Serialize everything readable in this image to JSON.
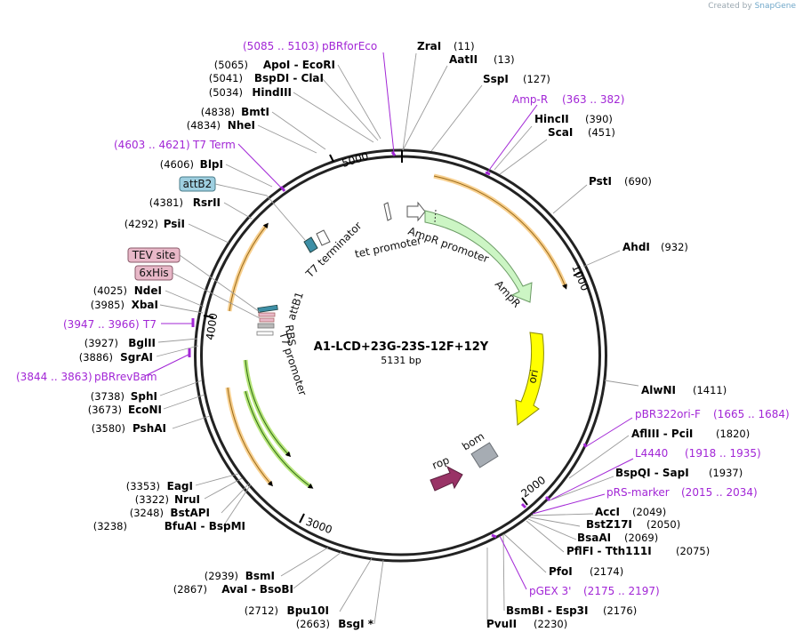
{
  "credit": {
    "prefix": "Created by",
    "brand": "SnapGene"
  },
  "plasmid": {
    "name": "A1-LCD+23G-23S-12F+12Y",
    "size_label": "5131 bp",
    "length": 5131
  },
  "ticks": [
    "1000",
    "2000",
    "3000",
    "4000",
    "5000"
  ],
  "enzymes": [
    {
      "name": "ZraI",
      "pos": "(11)"
    },
    {
      "name": "AatII",
      "pos": "(13)"
    },
    {
      "name": "SspI",
      "pos": "(127)"
    },
    {
      "name": "HincII",
      "pos": "(390)"
    },
    {
      "name": "ScaI",
      "pos": "(451)"
    },
    {
      "name": "PstI",
      "pos": "(690)"
    },
    {
      "name": "AhdI",
      "pos": "(932)"
    },
    {
      "name": "AlwNI",
      "pos": "(1411)"
    },
    {
      "name": "AflIII  - PciI",
      "pos": "(1820)"
    },
    {
      "name": "BspQI  - SapI",
      "pos": "(1937)"
    },
    {
      "name": "AccI",
      "pos": "(2049)"
    },
    {
      "name": "BstZ17I",
      "pos": "(2050)"
    },
    {
      "name": "BsaAI",
      "pos": "(2069)"
    },
    {
      "name": "PflFI  - Tth111I",
      "pos": "(2075)"
    },
    {
      "name": "PfoI",
      "pos": "(2174)"
    },
    {
      "name": "BsmBI  - Esp3I",
      "pos": "(2176)"
    },
    {
      "name": "PvuII",
      "pos": "(2230)"
    },
    {
      "name": "BsgI *",
      "pos": "(2663)"
    },
    {
      "name": "Bpu10I",
      "pos": "(2712)"
    },
    {
      "name": "AvaI  - BsoBI",
      "pos": "(2867)"
    },
    {
      "name": "BsmI",
      "pos": "(2939)"
    },
    {
      "name": "BfuAI  - BspMI",
      "pos": "(3238)"
    },
    {
      "name": "BstAPI",
      "pos": "(3248)"
    },
    {
      "name": "NruI",
      "pos": "(3322)"
    },
    {
      "name": "EagI",
      "pos": "(3353)"
    },
    {
      "name": "PshAI",
      "pos": "(3580)"
    },
    {
      "name": "EcoNI",
      "pos": "(3673)"
    },
    {
      "name": "SphI",
      "pos": "(3738)"
    },
    {
      "name": "SgrAI",
      "pos": "(3886)"
    },
    {
      "name": "BglII",
      "pos": "(3927)"
    },
    {
      "name": "XbaI",
      "pos": "(3985)"
    },
    {
      "name": "NdeI",
      "pos": "(4025)"
    },
    {
      "name": "PsiI",
      "pos": "(4292)"
    },
    {
      "name": "RsrII",
      "pos": "(4381)"
    },
    {
      "name": "BlpI",
      "pos": "(4606)"
    },
    {
      "name": "NheI",
      "pos": "(4834)"
    },
    {
      "name": "BmtI",
      "pos": "(4838)"
    },
    {
      "name": "HindIII",
      "pos": "(5034)"
    },
    {
      "name": "BspDI  - ClaI",
      "pos": "(5041)"
    },
    {
      "name": "ApoI  - EcoRI",
      "pos": "(5065)"
    }
  ],
  "primers": [
    {
      "name": "pBRforEco",
      "range": "(5085 .. 5103)"
    },
    {
      "name": "Amp-R",
      "range": "(363 .. 382)"
    },
    {
      "name": "pBR322ori-F",
      "range": "(1665 .. 1684)"
    },
    {
      "name": "L4440",
      "range": "(1918 .. 1935)"
    },
    {
      "name": "pRS-marker",
      "range": "(2015 .. 2034)"
    },
    {
      "name": "pGEX 3'",
      "range": "(2175 .. 2197)"
    },
    {
      "name": "pBRrevBam",
      "range": "(3844 .. 3863)"
    },
    {
      "name": "T7",
      "range": "(3947 .. 3966)"
    },
    {
      "name": "T7 Term",
      "range": "(4603 .. 4621)"
    }
  ],
  "features": [
    {
      "name": "AmpR promoter"
    },
    {
      "name": "AmpR"
    },
    {
      "name": "ori"
    },
    {
      "name": "rop"
    },
    {
      "name": "bom"
    },
    {
      "name": "tet promoter"
    },
    {
      "name": "T7 terminator"
    },
    {
      "name": "attB1"
    },
    {
      "name": "RBS"
    },
    {
      "name": "T7 promoter"
    }
  ],
  "boxed_labels": [
    {
      "name": "attB2",
      "color": "#9ecfe0"
    },
    {
      "name": "TEV site",
      "color": "#e8b8c8"
    },
    {
      "name": "6xHis",
      "color": "#e8b8c8"
    }
  ],
  "colors": {
    "backbone": "#222222",
    "ampr": "#ccf5c4",
    "ori": "#ffff00",
    "rop": "#993366",
    "bom": "#a6acb3",
    "orf": "#f8d08f",
    "orf_green": "#b7e57a",
    "primer": "#a226d6",
    "attb": "#3d8fa6"
  }
}
